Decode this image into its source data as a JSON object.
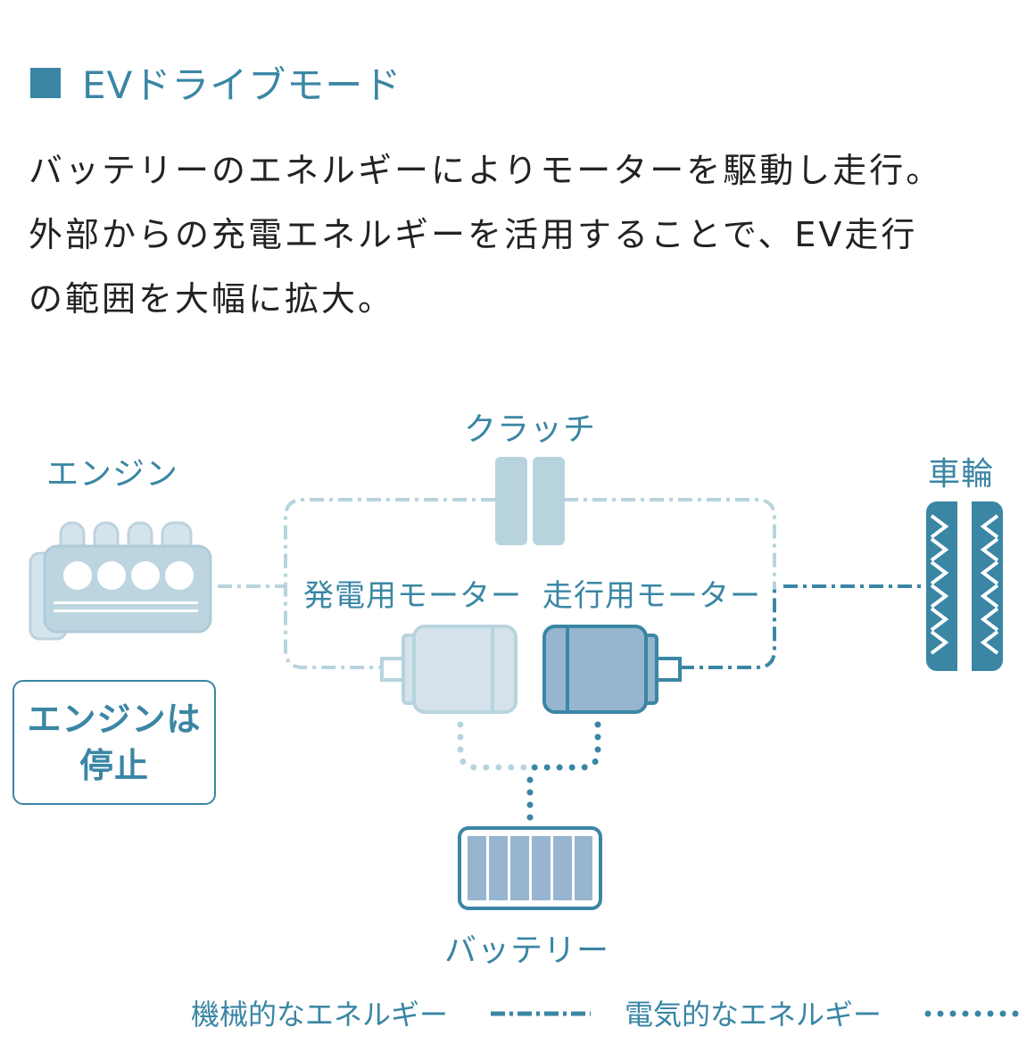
{
  "header": {
    "title": "EVドライブモード"
  },
  "description": {
    "lines": [
      "バッテリーのエネルギーによりモーターを駆動し走行。",
      "外部からの充電エネルギーを活用することで、EV走行",
      "の範囲を大幅に拡大。"
    ]
  },
  "diagram": {
    "labels": {
      "engine": "エンジン",
      "clutch": "クラッチ",
      "wheel": "車輪",
      "generator_motor": "発電用モーター",
      "drive_motor": "走行用モーター",
      "battery": "バッテリー"
    },
    "engine_status": "エンジンは\n停止"
  },
  "legend": {
    "mechanical": "機械的なエネルギー",
    "electrical": "電気的なエネルギー"
  },
  "colors": {
    "accent": "#3a86a4",
    "inactive_light": "#b7d4de",
    "active_dark": "#3a86a4",
    "generator_fill": "#d5e2ec",
    "drive_fill": "#97b5cf",
    "battery_cell": "#97b5cf"
  }
}
